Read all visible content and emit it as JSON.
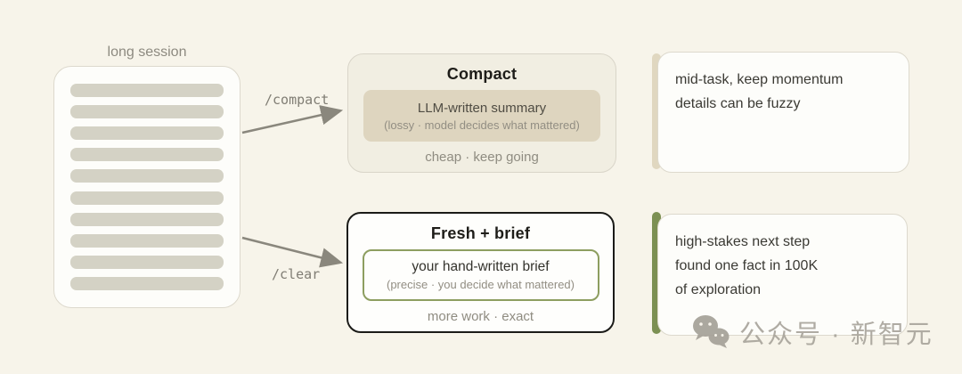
{
  "document": {
    "label": "long session",
    "line_count": 10
  },
  "arrows": {
    "compact_label": "/compact",
    "clear_label": "/clear"
  },
  "compact_box": {
    "title": "Compact",
    "inner_title": "LLM-written summary",
    "inner_sub": "(lossy · model decides what mattered)",
    "footer": "cheap · keep going"
  },
  "fresh_box": {
    "title": "Fresh + brief",
    "inner_title": "your hand-written brief",
    "inner_sub": "(precise · you decide what mattered)",
    "footer": "more work · exact"
  },
  "notes": {
    "compact_note": {
      "lines": [
        "mid-task, keep momentum",
        "details can be fuzzy"
      ]
    },
    "clear_note": {
      "lines": [
        "high-stakes next step",
        "found one fact in 100K",
        "of exploration"
      ]
    }
  },
  "watermark": {
    "text": "公众号 · 新智元"
  },
  "colors": {
    "page_bg": "#f7f4ea",
    "compact_accent": "#e0d7c0",
    "clear_accent": "#7c9053",
    "compact_inner_bg": "#ded5bf",
    "fresh_inner_border": "#8d9e60",
    "arrow": "#8a877d",
    "doc_bar": "#d4d2c5"
  }
}
